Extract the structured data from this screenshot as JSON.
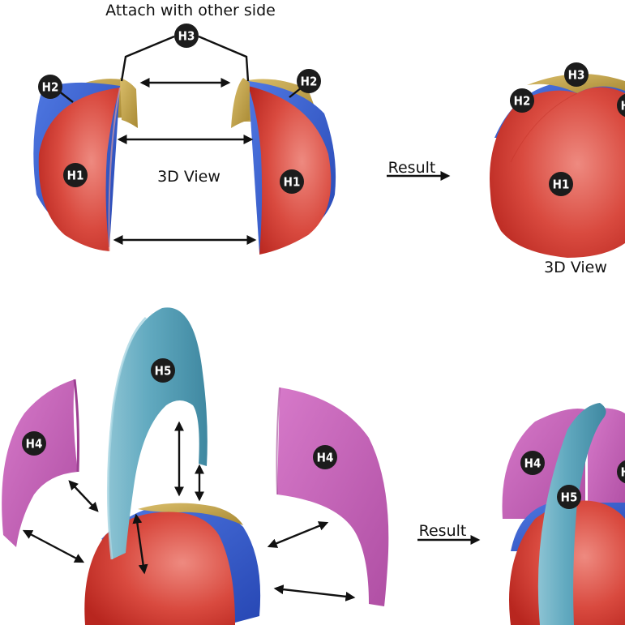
{
  "caption_top": "Attach with other side",
  "view_label": "3D View",
  "result_label": "Result",
  "parts": {
    "h1": "H1",
    "h2": "H2",
    "h3": "H3",
    "h4": "H4",
    "h5": "H5"
  },
  "colors": {
    "h1": "#d8423a",
    "h2": "#3a5fd0",
    "h3": "#c7a64e",
    "h4": "#c55fb9",
    "h5": "#5fa9be",
    "badge": "#1c1c1c"
  }
}
